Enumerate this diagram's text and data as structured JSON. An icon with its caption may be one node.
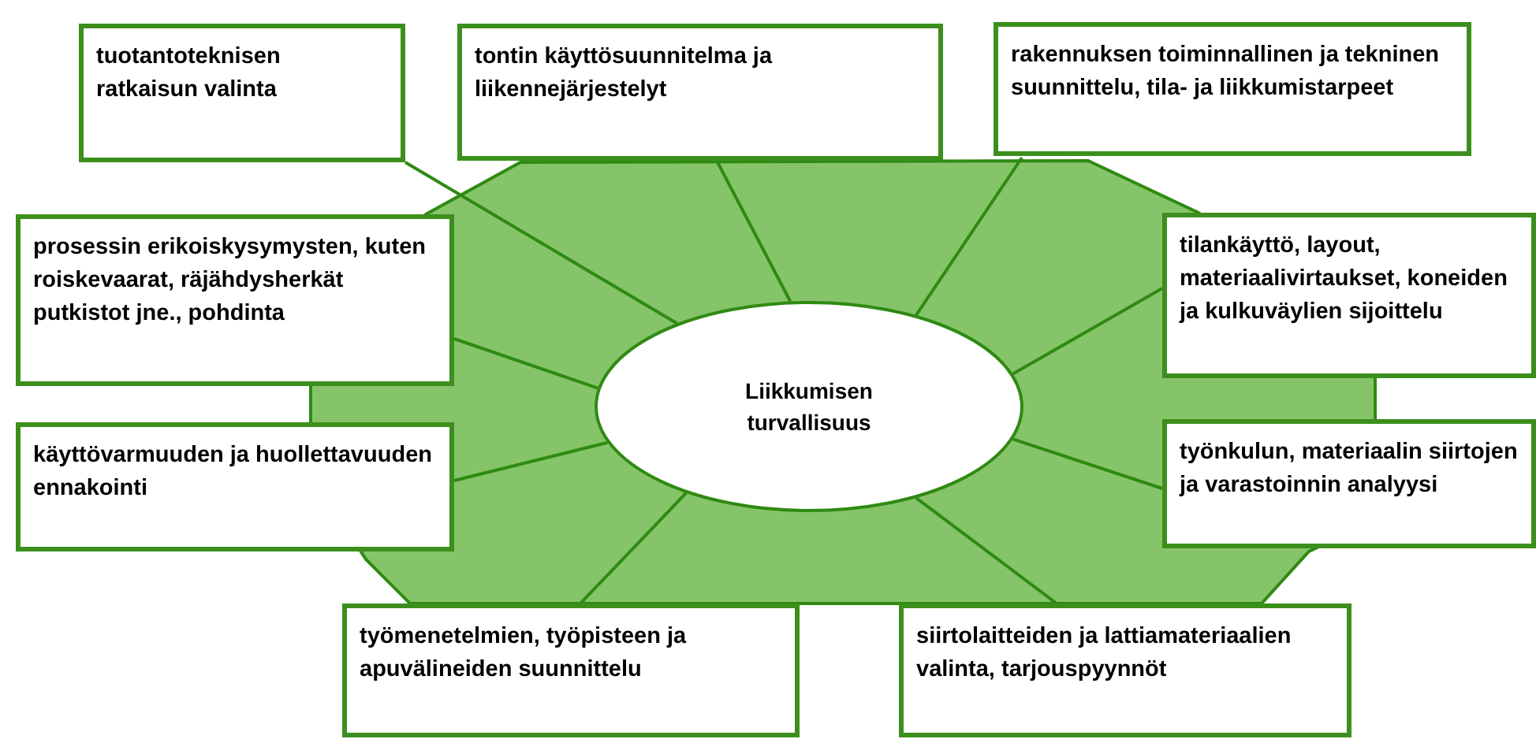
{
  "diagram": {
    "nodes": [
      {
        "text": [
          "Liikkumisen turvallisuus"
        ]
      },
      {
        "text": [
          "tuotantoteknisen ratkaisun valinta"
        ]
      },
      {
        "text": [
          "tontin käyttösuunnitelma ja liikennejärjestelyt"
        ]
      },
      {
        "text": [
          "rakennuksen toiminnallinen ja tekninen suunnittelu, tila- ja liikkumistarpeet"
        ]
      },
      {
        "text": [
          "prosessin erikoiskysymysten, kuten roiskevaarat, räjähdysherkät putkistot jne., pohdinta"
        ]
      },
      {
        "text": [
          "tilankäyttö, layout, materiaalivirtaukset, koneiden ja kulkuväylien sijoittelu"
        ]
      },
      {
        "text": [
          "käyttövarmuuden ja huollettavuuden ennakointi"
        ]
      },
      {
        "text": [
          "työnkulun, materiaalin siirtojen ja varastoinnin analyysi"
        ]
      },
      {
        "text": [
          "työmenetelmien, työpisteen ja apuvälineiden suunnittelu"
        ]
      },
      {
        "text": [
          "siirtolaitteiden ja lattiamateriaalien valinta, tarjouspyynnöt"
        ]
      }
    ],
    "edges": [
      {
        "from": 0,
        "to": 1,
        "arrow": "none"
      },
      {
        "from": 0,
        "to": 2,
        "arrow": "none"
      },
      {
        "from": 0,
        "to": 3,
        "arrow": "none"
      },
      {
        "from": 0,
        "to": 4,
        "arrow": "none"
      },
      {
        "from": 0,
        "to": 5,
        "arrow": "none"
      },
      {
        "from": 0,
        "to": 6,
        "arrow": "none"
      },
      {
        "from": 0,
        "to": 7,
        "arrow": "none"
      },
      {
        "from": 0,
        "to": 8,
        "arrow": "none"
      },
      {
        "from": 0,
        "to": 9,
        "arrow": "none"
      }
    ]
  }
}
